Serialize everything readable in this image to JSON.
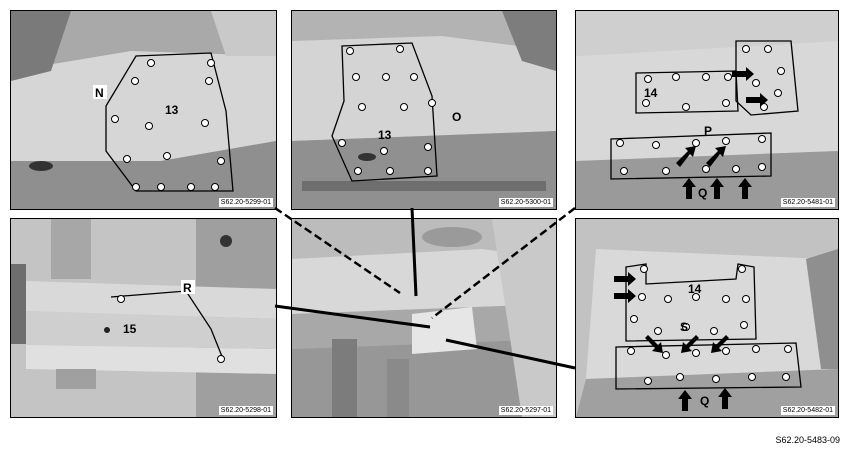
{
  "figure_code": "S62.20-5483-09",
  "panels": {
    "p1": {
      "caption": "S62.20-5299-01",
      "part_label": "13",
      "point_label": "N"
    },
    "p2": {
      "caption": "S62.20-5300-01",
      "part_label": "13",
      "point_label": "O"
    },
    "p3": {
      "caption": "S62.20-5481-01",
      "part_label": "14",
      "point_label_p": "P",
      "point_label_q": "Q"
    },
    "p4": {
      "caption": "S62.20-5298-01",
      "part_label": "15",
      "point_label": "R"
    },
    "p5": {
      "caption": "S62.20-5297-01"
    },
    "p6": {
      "caption": "S62.20-5482-01",
      "part_label": "14",
      "point_label_s": "S",
      "point_label_q": "Q"
    }
  },
  "colors": {
    "metal_light": "#d9d9d9",
    "metal_mid": "#b9b9b9",
    "metal_dark": "#6e6e6e",
    "line": "#000000"
  }
}
